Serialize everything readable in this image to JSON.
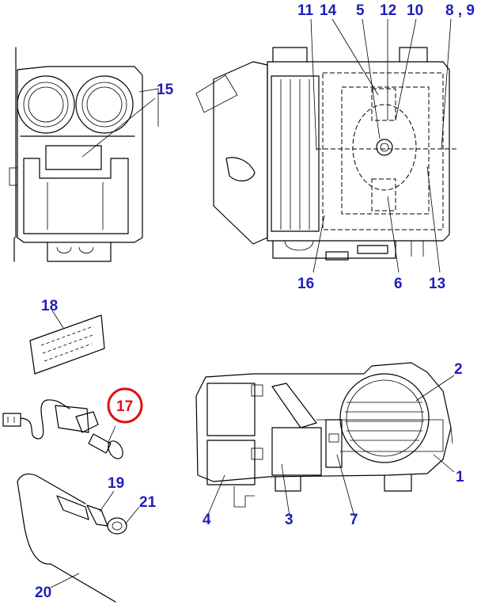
{
  "colors": {
    "callout": "#1f1fb8",
    "highlight": "#e01010",
    "line": "#000000"
  },
  "callouts": {
    "c1": "1",
    "c2": "2",
    "c3": "3",
    "c4": "4",
    "c5": "5",
    "c6": "6",
    "c7": "7",
    "c8_9": "8 , 9",
    "c10": "10",
    "c11": "11",
    "c12": "12",
    "c13": "13",
    "c14": "14",
    "c15": "15",
    "c16": "16",
    "c17": "17",
    "c18": "18",
    "c19": "19",
    "c20": "20",
    "c21": "21"
  },
  "highlighted_part": "17"
}
